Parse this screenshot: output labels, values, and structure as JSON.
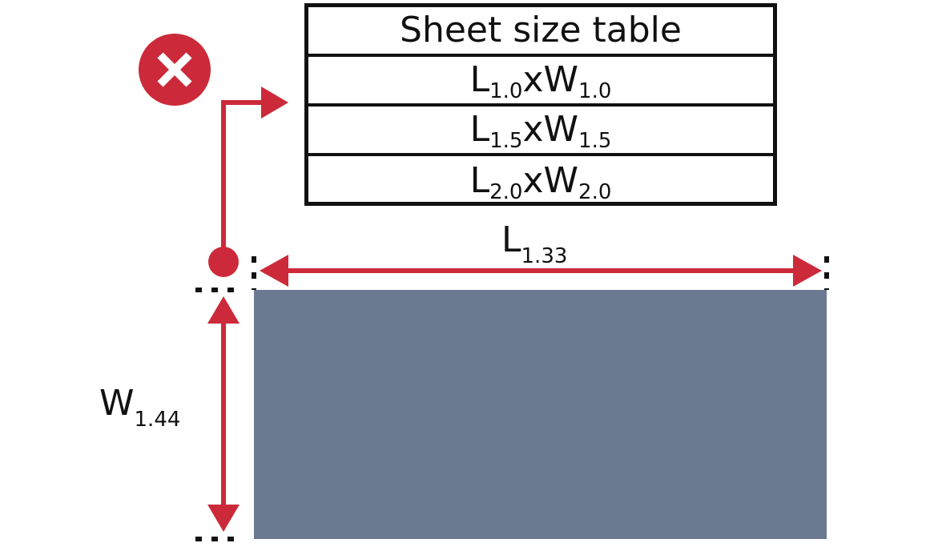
{
  "table": {
    "title": "Sheet size table",
    "rows": [
      {
        "l": "L",
        "l_sub": "1.0",
        "x": "x",
        "w": "W",
        "w_sub": "1.0"
      },
      {
        "l": "L",
        "l_sub": "1.5",
        "x": "x",
        "w": "W",
        "w_sub": "1.5"
      },
      {
        "l": "L",
        "l_sub": "2.0",
        "x": "x",
        "w": "W",
        "w_sub": "2.0"
      }
    ]
  },
  "length_label": {
    "main": "L",
    "sub": "1.33"
  },
  "width_label": {
    "main": "W",
    "sub": "1.44"
  },
  "colors": {
    "accent": "#cc2a3a",
    "sheet": "#6b7a91",
    "ink": "#111111"
  },
  "icons": {
    "error": "close-icon"
  }
}
